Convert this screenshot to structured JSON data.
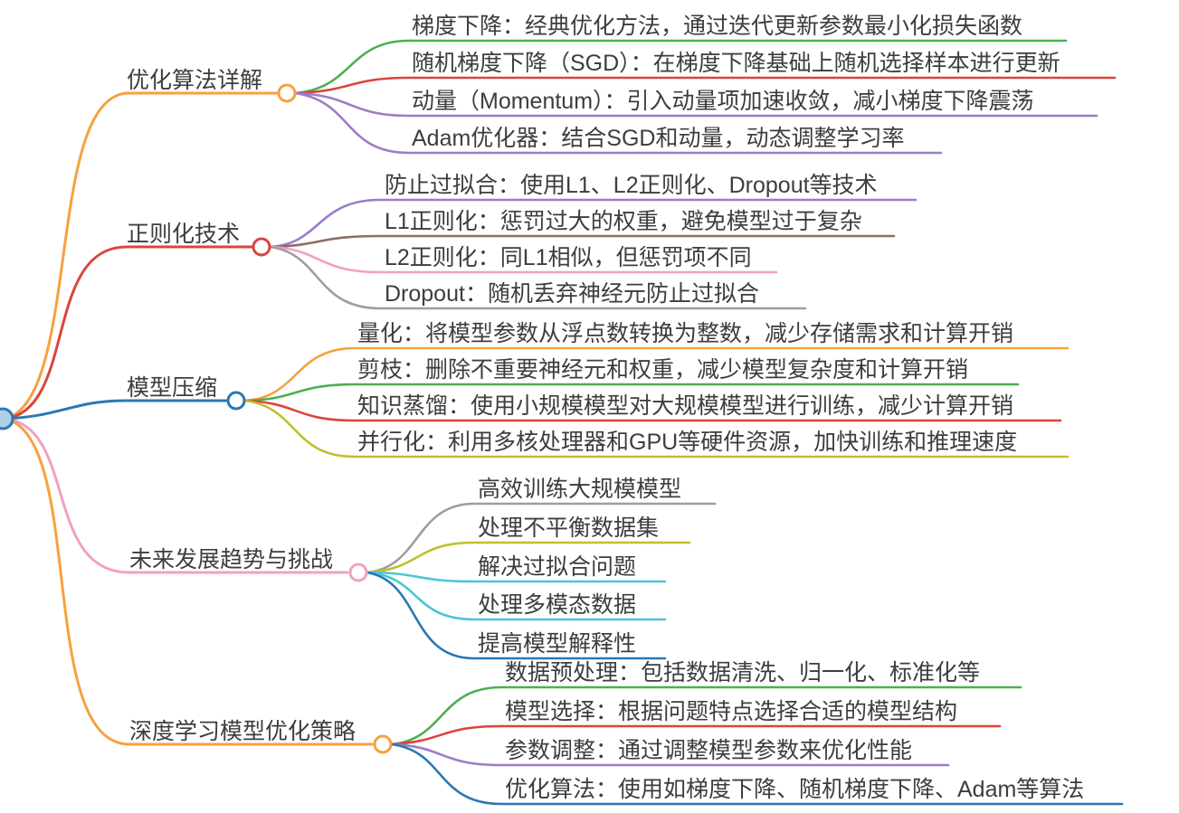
{
  "root": {
    "color": "#2878b5",
    "fill": "#aecfe8"
  },
  "branches": [
    {
      "label": "优化算法详解",
      "color": "#f7a13d",
      "children": [
        {
          "text": "梯度下降：经典优化方法，通过迭代更新参数最小化损失函数",
          "color": "#4caf50"
        },
        {
          "text": "随机梯度下降（SGD）：在梯度下降基础上随机选择样本进行更新",
          "color": "#d9453c"
        },
        {
          "text": "动量（Momentum）：引入动量项加速收敛，减小梯度下降震荡",
          "color": "#9b7dc7"
        },
        {
          "text": "Adam优化器：结合SGD和动量，动态调整学习率",
          "color": "#9b7dc7"
        }
      ]
    },
    {
      "label": "正则化技术",
      "color": "#d9453c",
      "children": [
        {
          "text": "防止过拟合：使用L1、L2正则化、Dropout等技术",
          "color": "#9b7dc7"
        },
        {
          "text": "L1正则化：惩罚过大的权重，避免模型过于复杂",
          "color": "#8d6e63"
        },
        {
          "text": "L2正则化：同L1相似，但惩罚项不同",
          "color": "#f2a0c2"
        },
        {
          "text": "Dropout：随机丢弃神经元防止过拟合",
          "color": "#9e9e9e"
        }
      ]
    },
    {
      "label": "模型压缩",
      "color": "#2878b5",
      "children": [
        {
          "text": "量化：将模型参数从浮点数转换为整数，减少存储需求和计算开销",
          "color": "#f7a13d"
        },
        {
          "text": "剪枝：删除不重要神经元和权重，减少模型复杂度和计算开销",
          "color": "#4caf50"
        },
        {
          "text": "知识蒸馏：使用小规模模型对大规模模型进行训练，减少计算开销",
          "color": "#d9453c"
        },
        {
          "text": "并行化：利用多核处理器和GPU等硬件资源，加快训练和推理速度",
          "color": "#bfc02e"
        }
      ]
    },
    {
      "label": "未来发展趋势与挑战",
      "color": "#f2a0c2",
      "children": [
        {
          "text": "高效训练大规模模型",
          "color": "#9e9e9e"
        },
        {
          "text": "处理不平衡数据集",
          "color": "#bfc02e"
        },
        {
          "text": "解决过拟合问题",
          "color": "#4ac6d8"
        },
        {
          "text": "处理多模态数据",
          "color": "#4ac6d8"
        },
        {
          "text": "提高模型解释性",
          "color": "#2878b5"
        }
      ]
    },
    {
      "label": "深度学习模型优化策略",
      "color": "#f7a13d",
      "children": [
        {
          "text": "数据预处理：包括数据清洗、归一化、标准化等",
          "color": "#4caf50"
        },
        {
          "text": "模型选择：根据问题特点选择合适的模型结构",
          "color": "#d9453c"
        },
        {
          "text": "参数调整：通过调整模型参数来优化性能",
          "color": "#9b7dc7"
        },
        {
          "text": "优化算法：使用如梯度下降、随机梯度下降、Adam等算法",
          "color": "#2878b5"
        }
      ]
    }
  ]
}
